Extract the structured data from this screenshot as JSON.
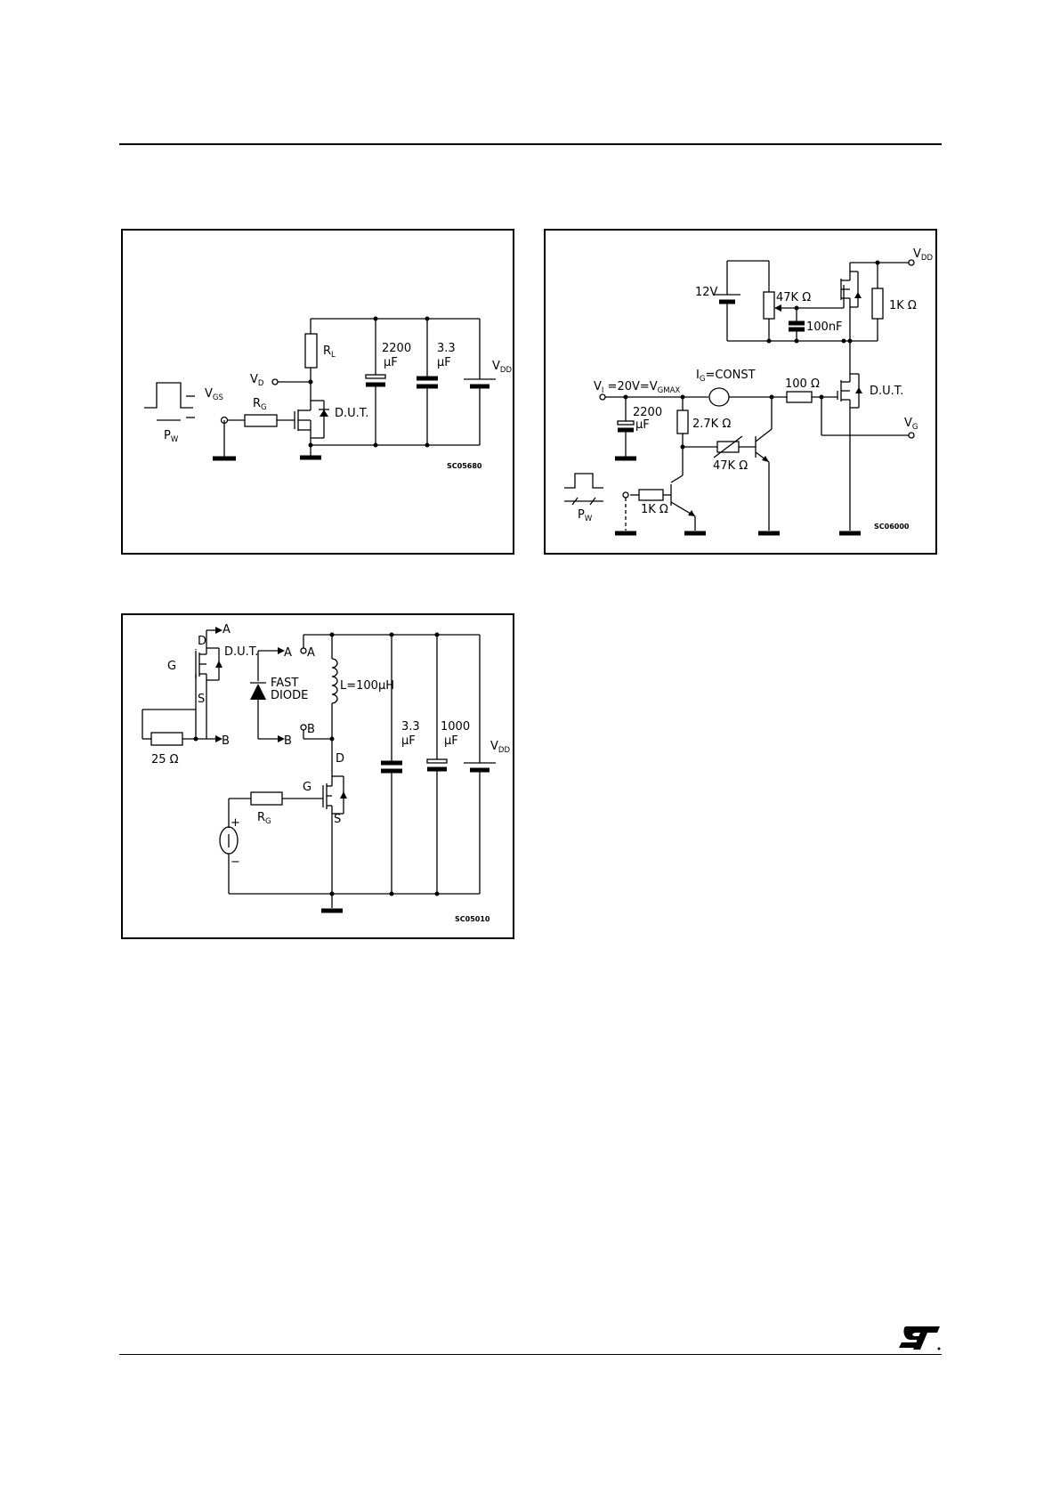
{
  "figure1": {
    "vgs": {
      "main": "V",
      "sub": "GS"
    },
    "pw": {
      "main": "P",
      "sub": "W"
    },
    "rg": {
      "main": "R",
      "sub": "G"
    },
    "vd": {
      "main": "V",
      "sub": "D"
    },
    "rl": {
      "main": "R",
      "sub": "L"
    },
    "dut": "D.U.T.",
    "cap1_value": "2200",
    "cap2_value": "3.3",
    "cap_unit": "μF",
    "vdd": {
      "main": "V",
      "sub": "DD"
    },
    "code": "SC05680"
  },
  "figure2": {
    "vdd": {
      "main": "V",
      "sub": "DD"
    },
    "battery": "12V",
    "pot": "47K Ω",
    "r1k": "1K Ω",
    "c100nf": "100nF",
    "vi": {
      "main": "V",
      "sub_i": "I",
      "mid": " =20V=V",
      "sub_g": "GMAX"
    },
    "ig": {
      "main": "I",
      "sub": "G",
      "rest": "=CONST"
    },
    "r100": "100 Ω",
    "dut": "D.U.T.",
    "cap_value": "2200",
    "cap_unit": "μF",
    "r27k": "2.7K Ω",
    "vg": {
      "main": "V",
      "sub": "G"
    },
    "r47k": "47K Ω",
    "pw": {
      "main": "P",
      "sub": "W"
    },
    "rin": "1K Ω",
    "code": "SC06000"
  },
  "figure3": {
    "a1": "A",
    "a2": "A",
    "a3": "A",
    "b1": "B",
    "b2": "B",
    "b3": "B",
    "d1": "D",
    "d2": "D",
    "g1": "G",
    "g2": "G",
    "s1": "S",
    "s2": "S",
    "dut": "D.U.T.",
    "fast1": "FAST",
    "fast2": "DIODE",
    "r25": "25 Ω",
    "inductor": "L=100μH",
    "cap1_value": "3.3",
    "cap2_value": "1000",
    "cap_unit": "μF",
    "vdd": {
      "main": "V",
      "sub": "DD"
    },
    "rg": {
      "main": "R",
      "sub": "G"
    },
    "plus": "+",
    "minus": "−",
    "code": "SC05010"
  }
}
